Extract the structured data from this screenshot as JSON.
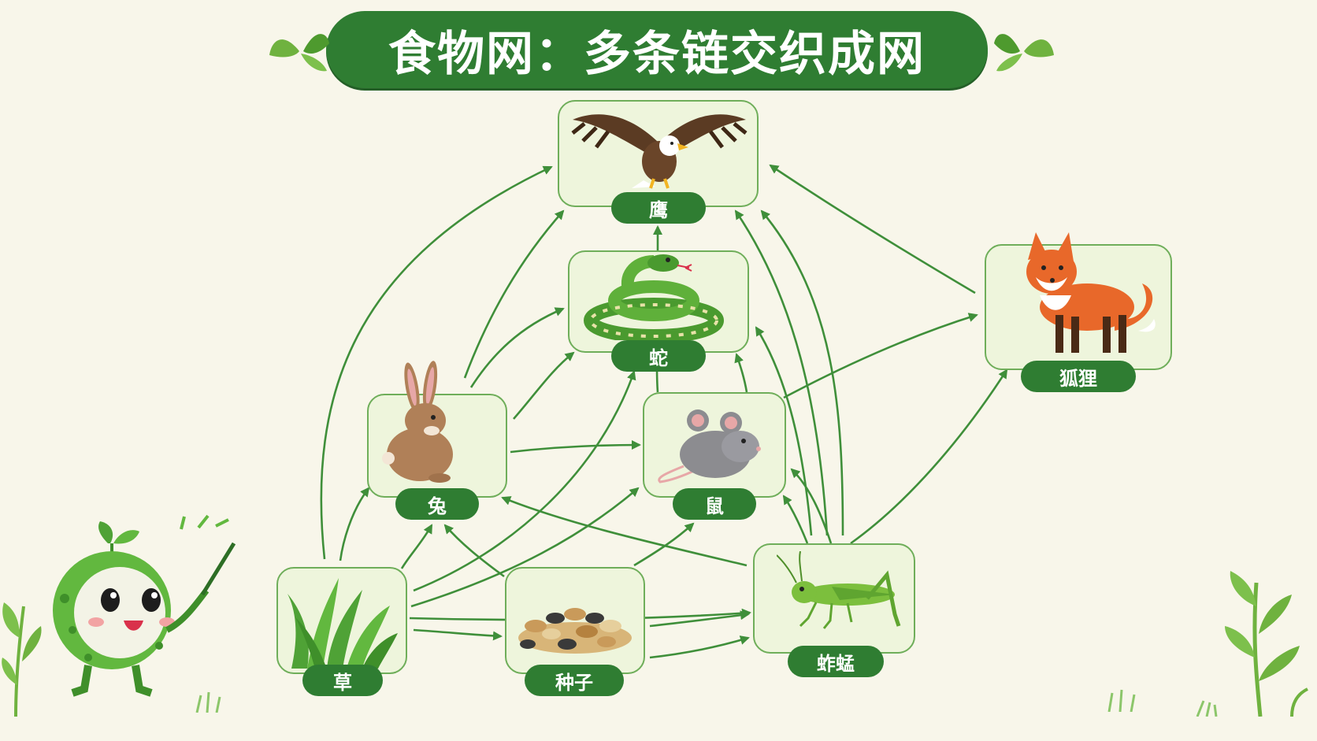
{
  "title": "食物网：多条链交织成网",
  "nodes": {
    "eagle": {
      "label": "鹰",
      "icon": "eagle-icon"
    },
    "snake": {
      "label": "蛇",
      "icon": "snake-icon"
    },
    "fox": {
      "label": "狐狸",
      "icon": "fox-icon"
    },
    "rabbit": {
      "label": "兔",
      "icon": "rabbit-icon"
    },
    "mouse": {
      "label": "鼠",
      "icon": "mouse-icon"
    },
    "grass": {
      "label": "草",
      "icon": "grass-icon"
    },
    "seeds": {
      "label": "种子",
      "icon": "seeds-icon"
    },
    "grasshopper": {
      "label": "蚱蜢",
      "icon": "grasshopper-icon"
    }
  },
  "edges": [
    {
      "from": "grass",
      "to": "rabbit"
    },
    {
      "from": "grass",
      "to": "mouse"
    },
    {
      "from": "grass",
      "to": "seeds"
    },
    {
      "from": "grass",
      "to": "grasshopper"
    },
    {
      "from": "grass",
      "to": "eagle"
    },
    {
      "from": "grass",
      "to": "snake"
    },
    {
      "from": "seeds",
      "to": "mouse"
    },
    {
      "from": "seeds",
      "to": "rabbit"
    },
    {
      "from": "seeds",
      "to": "grasshopper"
    },
    {
      "from": "rabbit",
      "to": "eagle"
    },
    {
      "from": "rabbit",
      "to": "snake"
    },
    {
      "from": "rabbit",
      "to": "mouse"
    },
    {
      "from": "mouse",
      "to": "snake"
    },
    {
      "from": "mouse",
      "to": "eagle"
    },
    {
      "from": "mouse",
      "to": "fox"
    },
    {
      "from": "snake",
      "to": "eagle"
    },
    {
      "from": "grasshopper",
      "to": "rabbit"
    },
    {
      "from": "grasshopper",
      "to": "mouse"
    },
    {
      "from": "grasshopper",
      "to": "snake"
    },
    {
      "from": "grasshopper",
      "to": "eagle"
    },
    {
      "from": "grasshopper",
      "to": "fox"
    },
    {
      "from": "fox",
      "to": "eagle"
    }
  ],
  "colors": {
    "primary_green": "#2f7d32",
    "arrow_green": "#3f8f3a",
    "node_fill": "#eef5dc",
    "node_border": "#6fae5a",
    "background": "#f8f6ea"
  },
  "decorations": [
    "leaf-icon",
    "mascot-icon",
    "pointer-stick-icon",
    "plant-icon"
  ]
}
